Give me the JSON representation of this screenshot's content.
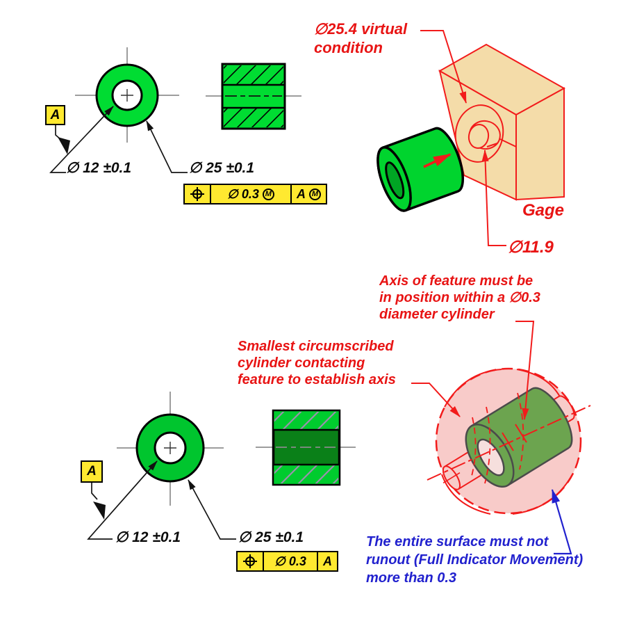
{
  "colors": {
    "part_green": "#00DC32",
    "part_green_bottom": "#00C52E",
    "section_dark_green": "#0A8018",
    "datum_yellow": "#FFE930",
    "annotation_red": "#E81414",
    "note_blue": "#2121CE",
    "gage_tan": "#F4DCA9",
    "zone_pink": "#F8CBC9",
    "cylinder_olive": "#6CA44F"
  },
  "mmc_drawing": {
    "datum_flag": "A",
    "hole_dim": "∅ 12 ±0.1",
    "od_dim": "∅ 25 ±0.1",
    "fcf": {
      "diameter_symbol": "∅",
      "tolerance": "0.3",
      "tolerance_modifier": "M",
      "datum": "A",
      "datum_modifier": "M"
    }
  },
  "gage_scene": {
    "virtual_condition": [
      "∅25.4 virtual",
      "condition"
    ],
    "gage_label": "Gage",
    "pin_dim": "∅11.9"
  },
  "rfs_drawing": {
    "datum_flag": "A",
    "hole_dim": "∅ 12 ±0.1",
    "od_dim": "∅ 25 ±0.1",
    "fcf": {
      "diameter_symbol": "∅",
      "tolerance": "0.3",
      "datum": "A"
    }
  },
  "axis_scene": {
    "position_note": [
      "Axis of feature must be",
      "in position within a ∅0.3",
      "diameter cylinder"
    ],
    "circumscribed_note": [
      "Smallest circumscribed",
      "cylinder contacting",
      "feature to establish axis"
    ],
    "runout_note": [
      "The entire surface must not",
      "runout (Full Indicator Movement)",
      "more than 0.3"
    ]
  }
}
